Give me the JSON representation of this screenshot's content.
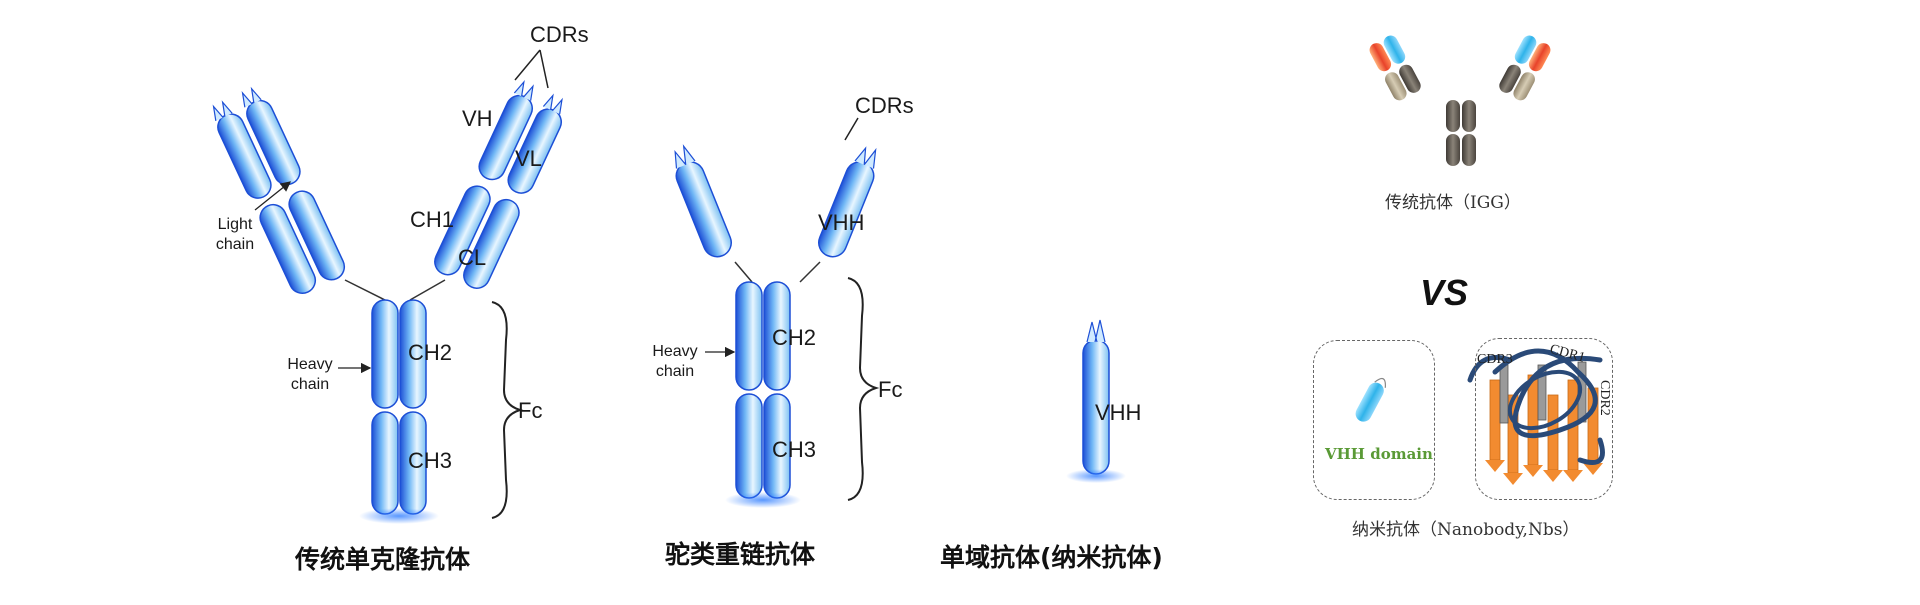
{
  "diagram1": {
    "caption": "传统单克隆抗体",
    "labels": {
      "cdrs": "CDRs",
      "vh": "VH",
      "vl": "VL",
      "ch1": "CH1",
      "cl": "CL",
      "light_chain": "Light chain",
      "heavy_chain": "Heavy chain",
      "ch2": "CH2",
      "ch3": "CH3",
      "fc": "Fc"
    }
  },
  "diagram2": {
    "caption": "驼类重链抗体",
    "labels": {
      "cdrs": "CDRs",
      "vhh": "VHH",
      "heavy_chain": "Heavy chain",
      "ch2": "CH2",
      "ch3": "CH3",
      "fc": "Fc"
    }
  },
  "diagram3": {
    "caption": "单域抗体(纳米抗体)",
    "labels": {
      "vhh": "VHH"
    }
  },
  "comparison": {
    "igg_caption": "传统抗体（IGG）",
    "vs": "VS",
    "vhh_domain": "VHH domain",
    "cdr1": "CDR1",
    "cdr2": "CDR2",
    "cdr3": "CDR3",
    "nanobody_caption": "纳米抗体（Nanobody,Nbs）"
  },
  "colors": {
    "blue_dark": "#1d4fd6",
    "blue_light": "#bfe4ff",
    "igg_gray": "#5b554e",
    "igg_tan": "#b9aa8c",
    "cdr_red": "#e8432a",
    "cdr_blue": "#2fb3ea",
    "beta_orange": "#f28b30",
    "loop_navy": "#2a4a78"
  }
}
